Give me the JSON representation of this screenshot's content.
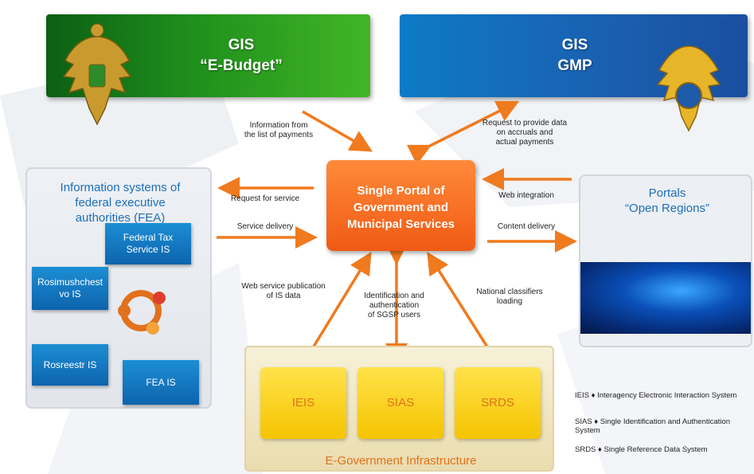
{
  "gis_ebudget": {
    "line1": "GIS",
    "line2": "“E-Budget”"
  },
  "gis_gmp": {
    "line1": "GIS",
    "line2": "GMP"
  },
  "portal": {
    "title": "Single Portal of\nGovernment and\nMunicipal Services"
  },
  "fea": {
    "title": "Information systems of\nfederal executive\nauthorities (FEA)",
    "items": [
      "Federal Tax\nService IS",
      "Rosimushchest\nvo IS",
      "Rosreestr IS",
      "FEA IS"
    ]
  },
  "open_regions": {
    "title": "Portals\n“Open Regions”"
  },
  "infrastructure": {
    "title": "E-Government Infrastructure",
    "items": [
      "IEIS",
      "SIAS",
      "SRDS"
    ]
  },
  "arrow_labels": {
    "info_payments": "Information from\nthe list of payments",
    "request_data": "Request to provide data\non accruals and\nactual payments",
    "request_service": "Request for service",
    "service_delivery": "Service delivery",
    "web_integration": "Web integration",
    "content_delivery": "Content delivery",
    "web_service_pub": "Web service publication\nof IS data",
    "identification": "Identification and\nauthentication\nof SGSP users",
    "national_classifiers": "National classifiers\nloading"
  },
  "legend": [
    "IEIS ♦ Interagency Electronic Interaction System",
    "SIAS ♦ Single Identification and Authentication System",
    "SRDS ♦ Single Reference Data System"
  ],
  "colors": {
    "arrow": "#f07a1e",
    "portal": "#f26a1f",
    "blue_title": "#1d6fb8",
    "infra_text": "#e2701a"
  }
}
